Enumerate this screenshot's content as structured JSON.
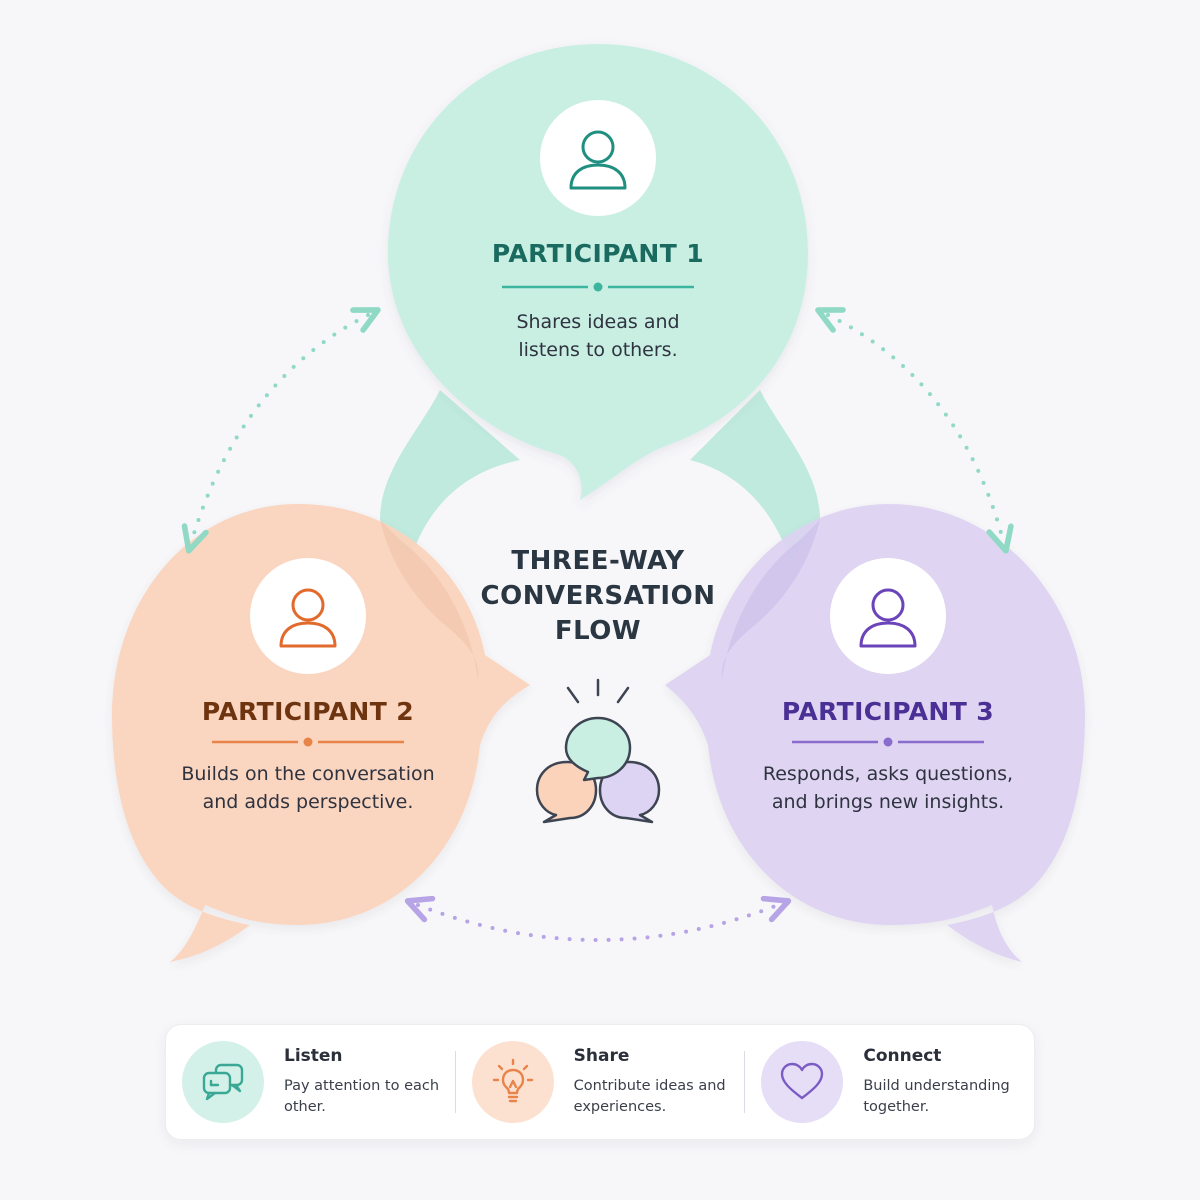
{
  "center": {
    "title_line1": "THREE-WAY",
    "title_line2": "CONVERSATION",
    "title_line3": "FLOW"
  },
  "participants": [
    {
      "title": "PARTICIPANT 1",
      "desc_line1": "Shares ideas and",
      "desc_line2": "listens to others.",
      "color": "#1f8f80",
      "bubble_color": "#c9efe3"
    },
    {
      "title": "PARTICIPANT 2",
      "desc_line1": "Builds on the conversation",
      "desc_line2": "and adds perspective.",
      "color": "#7a3a12",
      "accent": "#e8844a",
      "bubble_color": "#fbd3bb"
    },
    {
      "title": "PARTICIPANT 3",
      "desc_line1": "Responds, asks questions,",
      "desc_line2": "and brings new insights.",
      "color": "#5a3aa0",
      "accent": "#8a6ccc",
      "bubble_color": "#ddd3f3"
    }
  ],
  "legend": [
    {
      "icon": "chat-bubbles-icon",
      "title": "Listen",
      "desc": "Pay attention to each other.",
      "color": "#3aa895"
    },
    {
      "icon": "lightbulb-icon",
      "title": "Share",
      "desc": "Contribute ideas and experiences.",
      "color": "#e8844a"
    },
    {
      "icon": "heart-icon",
      "title": "Connect",
      "desc": "Build understanding together.",
      "color": "#7b5cc4"
    }
  ]
}
